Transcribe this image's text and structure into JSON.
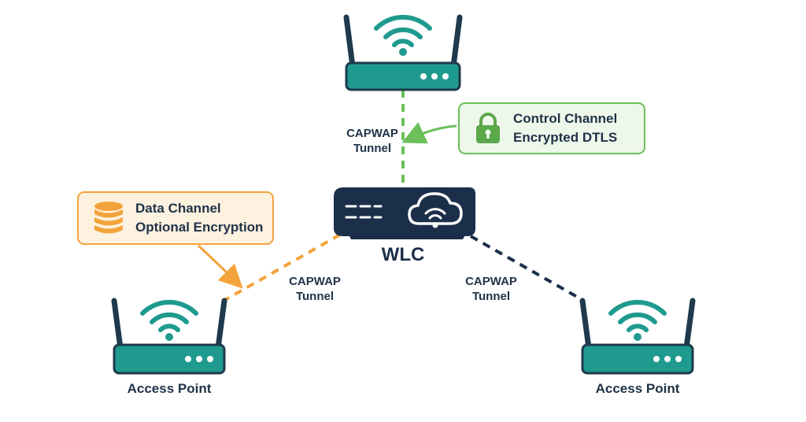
{
  "colors": {
    "router_teal": "#1f9a8e",
    "router_dark": "#1e3a4c",
    "wlc_navy": "#1c2f4a",
    "link_green": "#6cbf5a",
    "link_orange": "#f3a33c",
    "link_navy": "#1c2f4a",
    "text_dark": "#1f3248"
  },
  "nodes": {
    "wlc": {
      "label": "WLC",
      "icon": "cloud-wifi-icon"
    },
    "ap_top": {
      "icon": "wifi-router-icon"
    },
    "ap_left": {
      "label": "Access Point",
      "icon": "wifi-router-icon"
    },
    "ap_right": {
      "label": "Access Point",
      "icon": "wifi-router-icon"
    }
  },
  "links": {
    "top": {
      "line1": "CAPWAP",
      "line2": "Tunnel",
      "style": "dashed-green"
    },
    "left": {
      "line1": "CAPWAP",
      "line2": "Tunnel",
      "style": "dashed-orange"
    },
    "right": {
      "line1": "CAPWAP",
      "line2": "Tunnel",
      "style": "dashed-navy"
    }
  },
  "callouts": {
    "control": {
      "line1": "Control Channel",
      "line2": "Encrypted DTLS",
      "icon": "padlock-icon"
    },
    "data": {
      "line1": "Data Channel",
      "line2": "Optional Encryption",
      "icon": "database-icon"
    }
  }
}
